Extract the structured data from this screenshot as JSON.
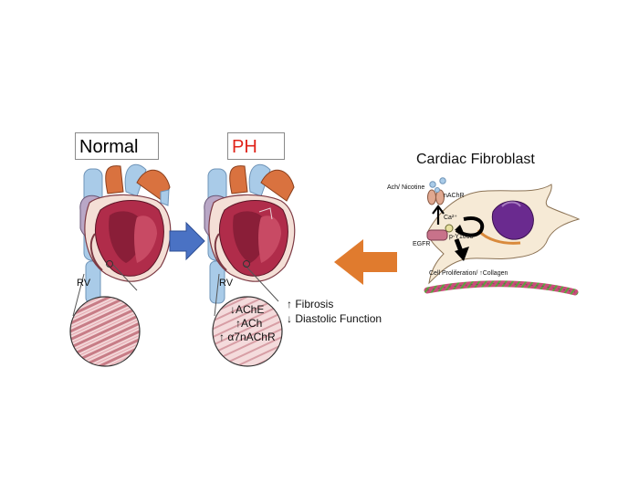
{
  "panels": {
    "normal": {
      "title": "Normal",
      "rv_label": "RV"
    },
    "ph": {
      "title": "PH",
      "title_color": "#e0241b",
      "rv_label": "RV",
      "changes": [
        "↓AChE",
        "↑ACh",
        "↑ α7nAChR"
      ]
    }
  },
  "outcomes": [
    "↑ Fibrosis",
    "↓ Diastolic Function"
  ],
  "fibroblast": {
    "title": "Cardiac Fibroblast",
    "ach_label": "Ach/ Nicotine",
    "nachr_label": "nAChR",
    "calcium_label": "Ca²⁺",
    "egfr_label": "EGFR",
    "phospho_label": "p-Y1068",
    "result_label": "Cell Proliferation/ ↑Collagen"
  },
  "colors": {
    "arrow_blue": "#4a72c4",
    "arrow_orange": "#e07b2e",
    "heart_red": "#b02c4a",
    "aorta_orange": "#d9723f",
    "vessel_blue": "#a9cbe8",
    "nucleus_purple": "#6a2a8f",
    "cell_fill": "#f6ead6"
  }
}
